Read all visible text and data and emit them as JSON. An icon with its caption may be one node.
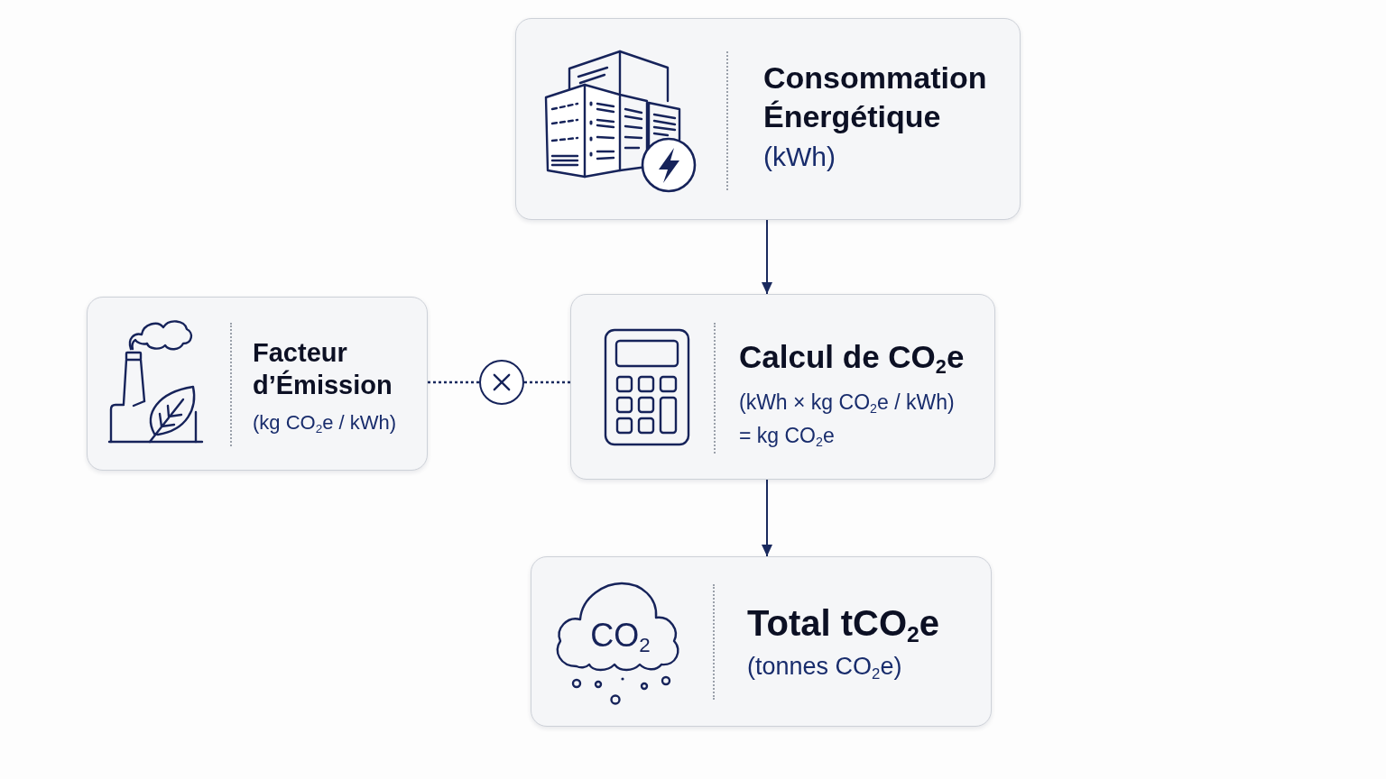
{
  "diagram": {
    "nodes": [
      {
        "text": [
          "Consommation Énergétique",
          "(kWh)"
        ]
      },
      {
        "text": [
          "Facteur d’Émission",
          "(kg CO$_{2}$e / kWh)"
        ]
      },
      {
        "text": [],
        "shape": "circle"
      },
      {
        "text": [
          "Calcul de CO$_{2}$e",
          "(kWh × kg CO$_{2}$e / kWh)",
          "= kg CO$_{2}$e"
        ]
      },
      {
        "text": [
          "Total tCO$_{2}$e",
          "(tonnes CO$_{2}$e)"
        ]
      }
    ],
    "edges": [
      {
        "from": 0,
        "to": 3,
        "arrow": "to"
      },
      {
        "from": 1,
        "to": 2,
        "arrow": "none",
        "style": "dashed"
      },
      {
        "from": 2,
        "to": 3,
        "arrow": "none",
        "style": "dashed"
      },
      {
        "from": 3,
        "to": 4,
        "arrow": "to"
      }
    ],
    "labels": [
      "CO$_{2}$"
    ]
  }
}
